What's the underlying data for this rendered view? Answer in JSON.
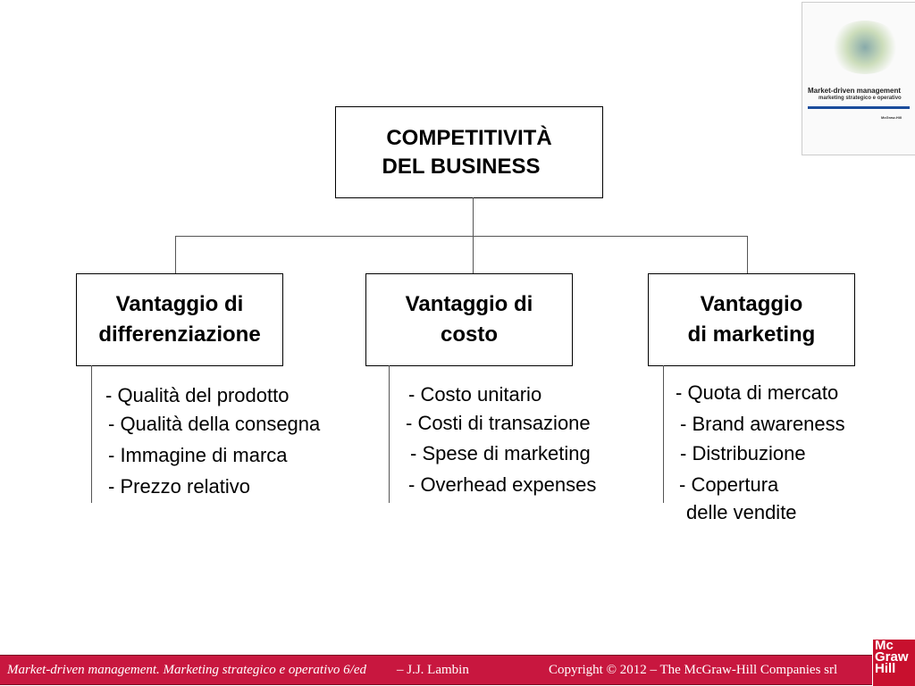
{
  "root": {
    "line1": "COMPETITIVITÀ",
    "line2": "DEL BUSINESS"
  },
  "branches": [
    {
      "line1": "Vantaggio di",
      "line2": "differenziazione",
      "items": [
        "- Qualità del prodotto",
        "- Qualità della consegna",
        "- Immagine di marca",
        "- Prezzo relativo"
      ]
    },
    {
      "line1": "Vantaggio di",
      "line2": "costo",
      "items": [
        "- Costo unitario",
        "- Costi di transazione",
        "- Spese di marketing",
        "- Overhead expenses"
      ]
    },
    {
      "line1": "Vantaggio",
      "line2": "di marketing",
      "items": [
        "- Quota di mercato",
        "- Brand awareness",
        "- Distribuzione",
        "- Copertura",
        "delle vendite"
      ]
    }
  ],
  "cover": {
    "title": "Market-driven management",
    "subtitle": "marketing strategico e operativo",
    "publisher": "McGraw-Hill"
  },
  "footer": {
    "left": "Market-driven management. Marketing strategico e operativo 6/ed",
    "author": "– J.J. Lambin",
    "right": "Copyright © 2012 – The McGraw-Hill Companies srl"
  },
  "logo": {
    "text": "Mc Graw Hill"
  },
  "colors": {
    "footer": "#c8173f",
    "logo": "#c8102e"
  }
}
